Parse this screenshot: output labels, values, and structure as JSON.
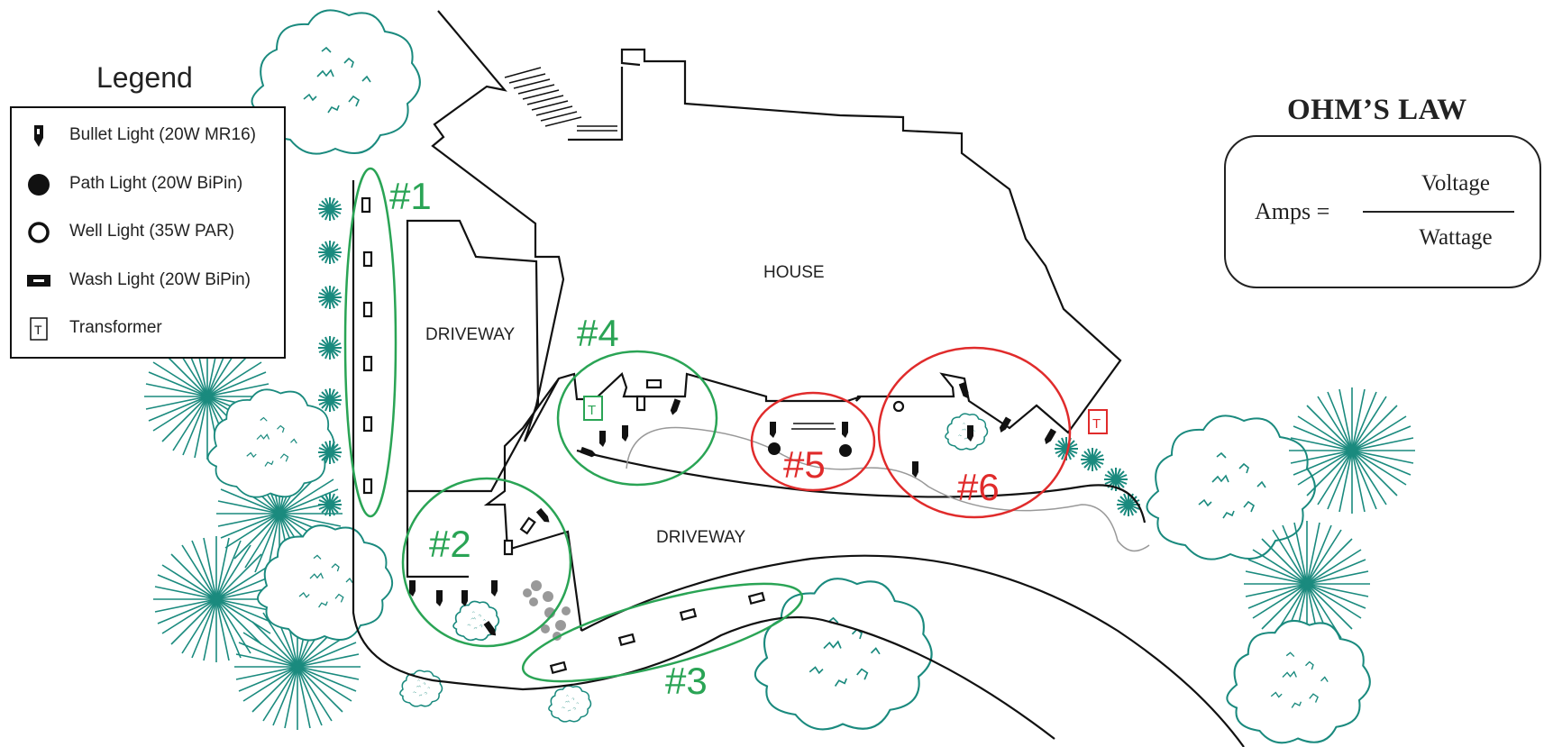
{
  "legend": {
    "title": "Legend",
    "items": [
      {
        "icon": "bullet-light-icon",
        "label": "Bullet Light (20W MR16)"
      },
      {
        "icon": "path-light-icon",
        "label": "Path Light (20W BiPin)"
      },
      {
        "icon": "well-light-icon",
        "label": "Well Light (35W PAR)"
      },
      {
        "icon": "wash-light-icon",
        "label": "Wash Light (20W BiPin)"
      },
      {
        "icon": "transformer-icon",
        "label": "Transformer"
      }
    ],
    "transformer_glyph": "T"
  },
  "ohms_law": {
    "title": "OHM’S LAW",
    "lhs": "Amps =",
    "numerator": "Voltage",
    "denominator": "Wattage"
  },
  "map": {
    "house_label": "HOUSE",
    "driveway_upper_label": "DRIVEWAY",
    "driveway_lower_label": "DRIVEWAY",
    "zones": [
      {
        "id": "#1",
        "color": "#2aa455"
      },
      {
        "id": "#2",
        "color": "#2aa455"
      },
      {
        "id": "#3",
        "color": "#2aa455"
      },
      {
        "id": "#4",
        "color": "#2aa455"
      },
      {
        "id": "#5",
        "color": "#e02b2b"
      },
      {
        "id": "#6",
        "color": "#e02b2b"
      }
    ],
    "transformers": [
      {
        "zone": "#4",
        "glyph": "T",
        "color": "#2aa455"
      },
      {
        "zone": "#6",
        "glyph": "T",
        "color": "#e02b2b"
      }
    ]
  },
  "colors": {
    "zone_green": "#2aa455",
    "zone_red": "#e02b2b",
    "vegetation": "#1a8a7e",
    "outline": "#111111",
    "wire": "#999999"
  }
}
